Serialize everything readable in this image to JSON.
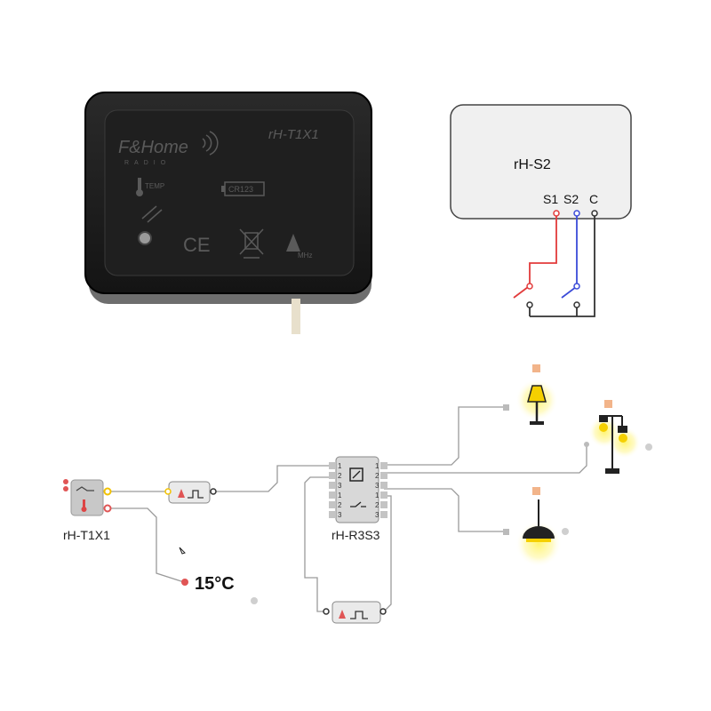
{
  "device": {
    "brand": "F&Home",
    "brand_sub": "RADIO",
    "model": "rH-T1X1",
    "temp_label": "TEMP",
    "battery_label": "CR123",
    "freq_label": "MHz",
    "ce_mark": "CE"
  },
  "switch_module": {
    "title": "rH-S2",
    "terminals": [
      "S1",
      "S2",
      "C"
    ],
    "wire_colors": {
      "s1": "#e23b3b",
      "s2": "#3b4bd8",
      "c": "#333333"
    }
  },
  "diagram": {
    "sensor_label": "rH-T1X1",
    "relay_label": "rH-R3S3",
    "temperature": "15°C",
    "relay_pin_left": [
      "1",
      "2",
      "3",
      "1",
      "2",
      "3"
    ],
    "relay_pin_right": [
      "1",
      "2",
      "3",
      "1",
      "2",
      "3"
    ],
    "loads": [
      "floor-lamp",
      "street-lamp",
      "pendant-lamp"
    ],
    "colors": {
      "accent": "#f5c400",
      "pin_red": "#e05555",
      "pin_yellow": "#f2c200",
      "load_tag": "#f2b48a"
    }
  }
}
